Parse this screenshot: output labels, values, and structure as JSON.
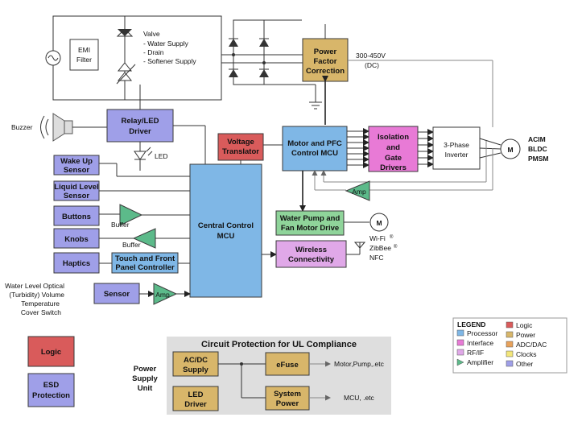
{
  "colors": {
    "processor": "#7fb7e6",
    "interface": "#e87ad6",
    "rf_if": "#e0a8e8",
    "amplifier": "#5cba8a",
    "logic": "#d95b5b",
    "power": "#d8b66a",
    "adc_dac": "#e8a25b",
    "clocks": "#f3e67a",
    "other": "#9f9fe8",
    "green_block": "#8fd49a",
    "protection_bg": "#dedede"
  },
  "blocks": {
    "emi_filter": "EMI Filter",
    "valve": "Valve",
    "valve_items": [
      "- Water Supply",
      "- Drain",
      "- Softener Supply"
    ],
    "pfc": "Power Factor Correction",
    "dc_voltage": "300-450V",
    "dc_label": "(DC)",
    "relay": "Relay/LED Driver",
    "buzzer": "Buzzer",
    "led": "LED",
    "voltage_translator": "Voltage Translator",
    "motor_mcu": "Motor and PFC Control MCU",
    "isolation": "Isolation and Gate Drivers",
    "inverter": "3-Phase Inverter",
    "motor_symbol": "M",
    "motor_types": [
      "ACIM",
      "BLDC",
      "PMSM"
    ],
    "amp": "Amp",
    "wake_up": "Wake Up Sensor",
    "liquid_level": "Liquid Level Sensor",
    "buttons": "Buttons",
    "knobs": "Knobs",
    "haptics": "Haptics",
    "buffer": "Buffer",
    "central_mcu": "Central Control MCU",
    "touch_panel": "Touch and Front Panel Controller",
    "pump_drive": "Water Pump and Fan Motor Drive",
    "wireless": "Wireless Connectivity",
    "wifi": "Wi-Fi",
    "zigbee": "ZibBee",
    "nfc": "NFC",
    "registered": "®",
    "sensor": "Sensor",
    "sensor_caption": [
      "Water Level Optical",
      "(Turbidity) Volume",
      "Temperature",
      "Cover Switch"
    ],
    "logic": "Logic",
    "esd": "ESD Protection"
  },
  "protection": {
    "title": "Circuit Protection for UL Compliance",
    "psu_label": "Power Supply Unit",
    "acdc": "AC/DC Supply",
    "led_driver": "LED Driver",
    "efuse": "eFuse",
    "system_power": "System Power",
    "efuse_out": "Motor,Pump,.etc",
    "system_out": "MCU, .etc"
  },
  "legend": {
    "title": "LEGEND",
    "items": [
      "Processor",
      "Interface",
      "RF/IF",
      "Amplifier",
      "Logic",
      "Power",
      "ADC/DAC",
      "Clocks",
      "Other"
    ]
  }
}
